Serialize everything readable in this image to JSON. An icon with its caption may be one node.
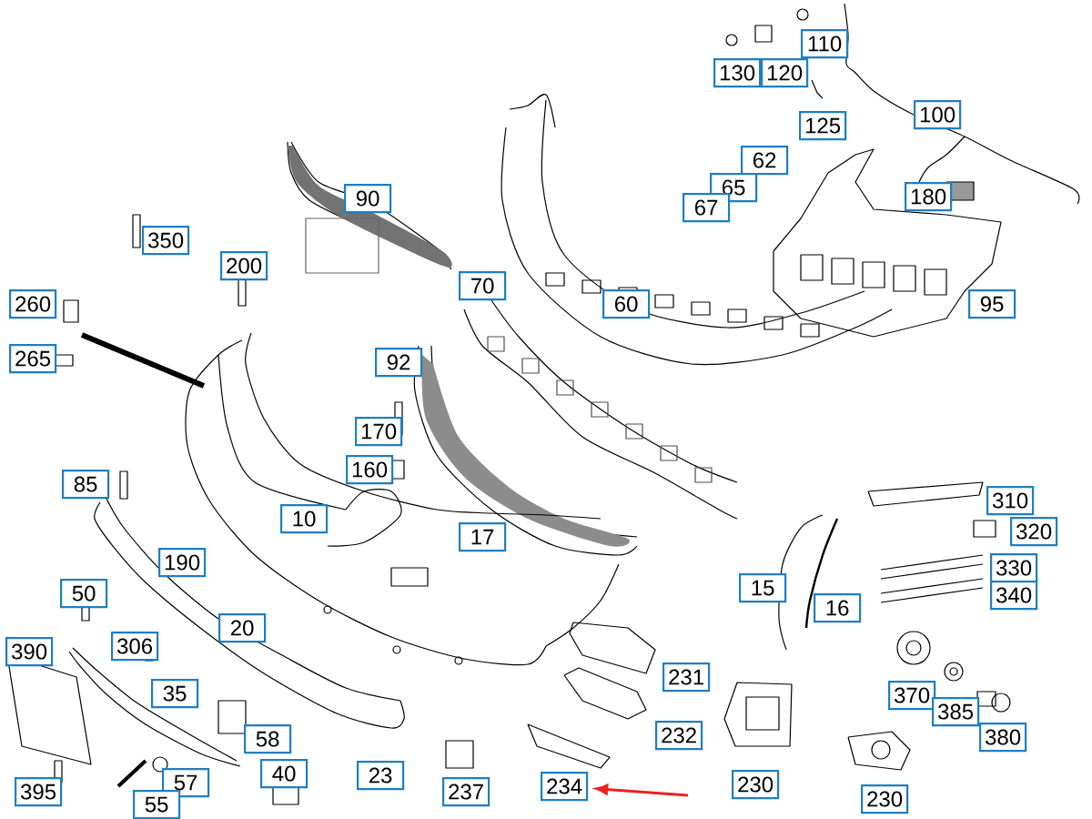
{
  "diagram": {
    "nodes": [
      {
        "text": [
          "110"
        ]
      },
      {
        "text": [
          "130"
        ]
      },
      {
        "text": [
          "120"
        ]
      },
      {
        "text": [
          "100"
        ]
      },
      {
        "text": [
          "125"
        ]
      },
      {
        "text": [
          "62"
        ]
      },
      {
        "text": [
          "65"
        ]
      },
      {
        "text": [
          "67"
        ]
      },
      {
        "text": [
          "90"
        ]
      },
      {
        "text": [
          "180"
        ]
      },
      {
        "text": [
          "350"
        ]
      },
      {
        "text": [
          "200"
        ]
      },
      {
        "text": [
          "70"
        ]
      },
      {
        "text": [
          "60"
        ]
      },
      {
        "text": [
          "95"
        ]
      },
      {
        "text": [
          "260"
        ]
      },
      {
        "text": [
          "265"
        ]
      },
      {
        "text": [
          "92"
        ]
      },
      {
        "text": [
          "170"
        ]
      },
      {
        "text": [
          "160"
        ]
      },
      {
        "text": [
          "85"
        ]
      },
      {
        "text": [
          "310"
        ]
      },
      {
        "text": [
          "10"
        ]
      },
      {
        "text": [
          "320"
        ]
      },
      {
        "text": [
          "17"
        ]
      },
      {
        "text": [
          "190"
        ]
      },
      {
        "text": [
          "330"
        ]
      },
      {
        "text": [
          "50"
        ]
      },
      {
        "text": [
          "15"
        ]
      },
      {
        "text": [
          "340"
        ]
      },
      {
        "text": [
          "16"
        ]
      },
      {
        "text": [
          "20"
        ]
      },
      {
        "text": [
          "306"
        ]
      },
      {
        "text": [
          "390"
        ]
      },
      {
        "text": [
          "231"
        ]
      },
      {
        "text": [
          "35"
        ]
      },
      {
        "text": [
          "370"
        ]
      },
      {
        "text": [
          "385"
        ]
      },
      {
        "text": [
          "232"
        ]
      },
      {
        "text": [
          "58"
        ]
      },
      {
        "text": [
          "380"
        ]
      },
      {
        "text": [
          "40"
        ]
      },
      {
        "text": [
          "23"
        ]
      },
      {
        "text": [
          "57"
        ]
      },
      {
        "text": [
          "234"
        ]
      },
      {
        "text": [
          "395"
        ]
      },
      {
        "text": [
          "230"
        ]
      },
      {
        "text": [
          "237"
        ]
      },
      {
        "text": [
          "55"
        ]
      },
      {
        "text": [
          "230"
        ]
      }
    ],
    "edges": [
      {
        "from": null,
        "to": 44,
        "arrow": "to",
        "color": "#e8231f"
      }
    ]
  }
}
